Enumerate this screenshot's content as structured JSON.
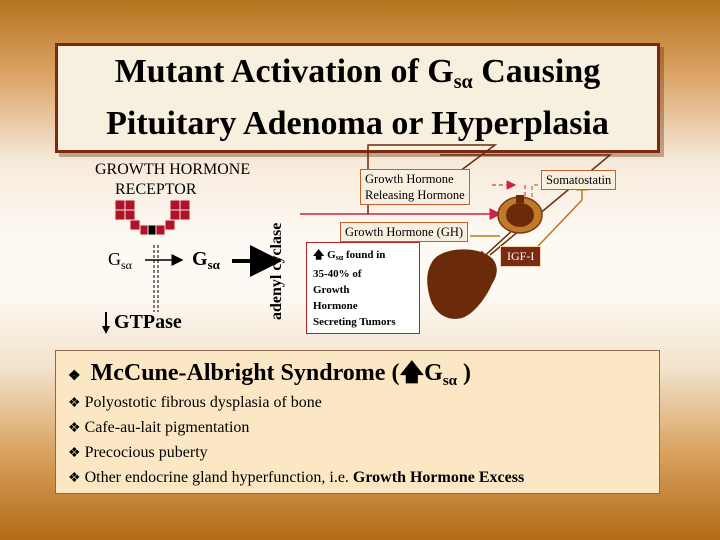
{
  "title": {
    "line1_pre": "Mutant Activation of G",
    "line1_sub": "sα",
    "line1_post": " Causing",
    "line2": "Pituitary Adenoma or Hyperplasia"
  },
  "receptor": {
    "line1": "GROWTH HORMONE",
    "line2": "RECEPTOR"
  },
  "g_sa": {
    "letter": "G",
    "sub": "sα"
  },
  "gtpase": "GTPase",
  "adenyl": "adenyl cyclase",
  "labels": {
    "ghrh_line1": "Growth Hormone",
    "ghrh_line2": "Releasing Hormone",
    "somatostatin": "Somatostatin",
    "gh": "Growth Hormone (GH)",
    "igf": "IGF-I"
  },
  "tumor": {
    "pre": "G",
    "sub": "sα",
    "line1_post": " found in",
    "line2": "35-40% of",
    "line3": "Growth",
    "line4": "Hormone",
    "line5": "Secreting Tumors"
  },
  "syndrome": {
    "title_pre": "McCune-Albright Syndrome (",
    "title_g": "G",
    "title_sub": "sα",
    "title_post": " )",
    "items": [
      "Polyostotic fibrous dysplasia of bone",
      "Cafe-au-lait pigmentation",
      "Precocious puberty",
      "Other endocrine gland hyperfunction, i.e. "
    ],
    "emphasis": "Growth Hormone Excess"
  },
  "icons": {
    "bullet": "diamond-bullet-icon",
    "up_arrow": "up-arrow-icon",
    "down_arrow": "down-arrow-icon"
  },
  "colors": {
    "title_border": "#7a2a12",
    "syndrome_bg": "#fbe7c4",
    "receptor": "#b0122a",
    "arrow_red": "#cc2244",
    "organ": "#6b2a0a",
    "igf_bg": "#7a2a12"
  }
}
